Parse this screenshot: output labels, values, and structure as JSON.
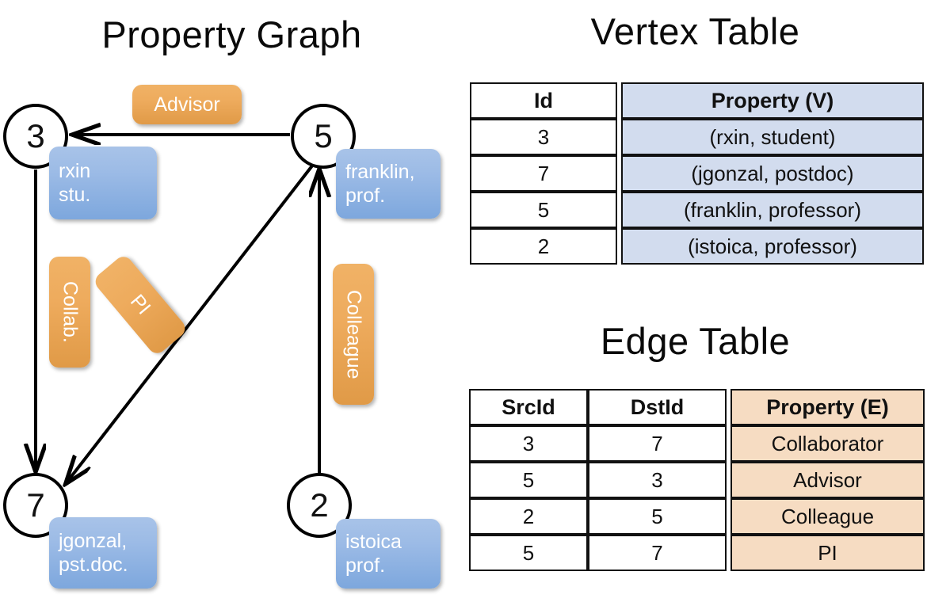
{
  "titles": {
    "property_graph": "Property Graph",
    "vertex_table": "Vertex Table",
    "edge_table": "Edge Table"
  },
  "graph": {
    "nodes": [
      {
        "id": "3",
        "label": "3",
        "property_lines": [
          "rxin",
          "stu."
        ]
      },
      {
        "id": "5",
        "label": "5",
        "property_lines": [
          "franklin,",
          "prof."
        ]
      },
      {
        "id": "7",
        "label": "7",
        "property_lines": [
          "jgonzal,",
          "pst.doc."
        ]
      },
      {
        "id": "2",
        "label": "2",
        "property_lines": [
          "istoica",
          "prof."
        ]
      }
    ],
    "edge_labels": [
      {
        "name": "advisor",
        "text": "Advisor"
      },
      {
        "name": "collab",
        "text": "Collab."
      },
      {
        "name": "pi",
        "text": "PI"
      },
      {
        "name": "colleague",
        "text": "Colleague"
      }
    ]
  },
  "vertex_table": {
    "headers": [
      "Id",
      "Property (V)"
    ],
    "rows": [
      {
        "id": "3",
        "property": "(rxin, student)"
      },
      {
        "id": "7",
        "property": "(jgonzal, postdoc)"
      },
      {
        "id": "5",
        "property": "(franklin, professor)"
      },
      {
        "id": "2",
        "property": "(istoica, professor)"
      }
    ]
  },
  "edge_table": {
    "headers": [
      "SrcId",
      "DstId",
      "Property (E)"
    ],
    "rows": [
      {
        "src": "3",
        "dst": "7",
        "property": "Collaborator"
      },
      {
        "src": "5",
        "dst": "3",
        "property": "Advisor"
      },
      {
        "src": "2",
        "dst": "5",
        "property": "Colleague"
      },
      {
        "src": "5",
        "dst": "7",
        "property": "PI"
      }
    ]
  },
  "colors": {
    "vertex_property_fill": "#d2dcee",
    "edge_property_fill": "#f6dcc2",
    "vertex_box_blue": "#8cb0e0",
    "edge_box_orange": "#eca busy"
  }
}
